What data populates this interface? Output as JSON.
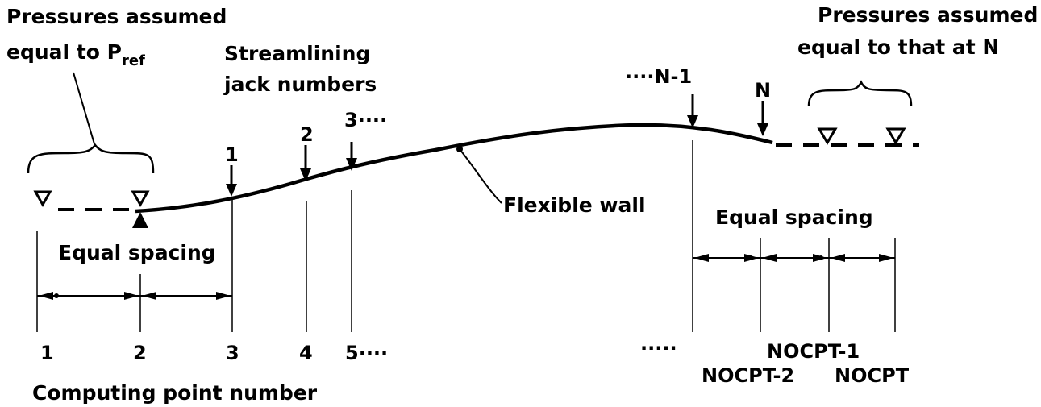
{
  "annotations": {
    "left_pressures_line1": "Pressures assumed",
    "left_pressures_line2": "equal to P",
    "left_pressures_subscript": "ref",
    "right_pressures_line1": "Pressures assumed",
    "right_pressures_line2": "equal to that at N",
    "streamlining_line1": "Streamlining",
    "streamlining_line2": "jack numbers",
    "flexible_wall": "Flexible wall",
    "equal_spacing_left": "Equal spacing",
    "equal_spacing_right": "Equal spacing",
    "computing_point_number": "Computing point number"
  },
  "jack_labels": [
    "1",
    "2",
    "3····",
    "····N-1",
    "N"
  ],
  "computing_point_labels": [
    "1",
    "2",
    "3",
    "4",
    "5····",
    "·····",
    "NOCPT-1",
    "NOCPT-2",
    "NOCPT"
  ],
  "colors": {
    "ink": "#000000",
    "background": "#ffffff"
  }
}
